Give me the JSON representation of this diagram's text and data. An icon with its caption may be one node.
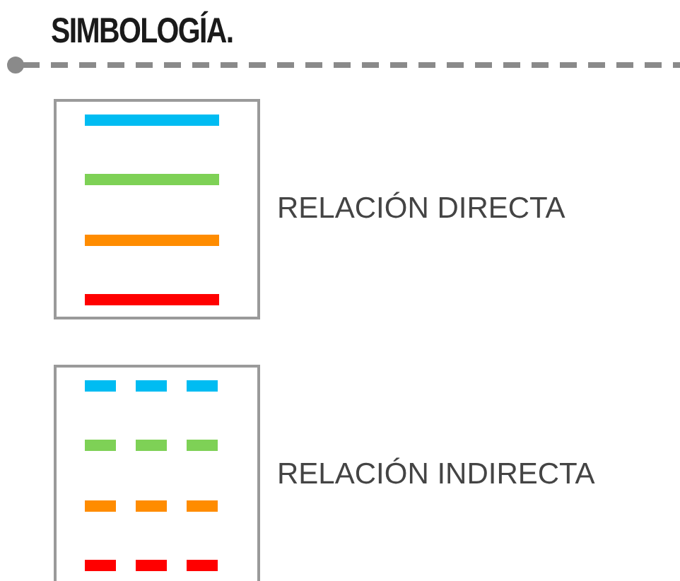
{
  "diagram": {
    "title": "SIMBOLOGÍA.",
    "legend": [
      {
        "text": "RELACIÓN DIRECTA"
      },
      {
        "text": "RELACIÓN INDIRECTA"
      }
    ]
  }
}
